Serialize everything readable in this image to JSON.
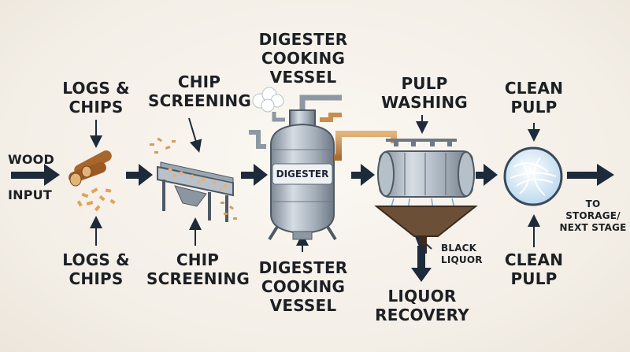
{
  "input_label": {
    "top": "WOOD",
    "bottom": "INPUT"
  },
  "logs_label": "LOGS &\nCHIPS",
  "chip_screening_label": "CHIP\nSCREENING",
  "digester_label": "DIGESTER\nCOOKING\nVESSEL",
  "digester_tank_text": "DIGESTER",
  "pulp_washing_label": "PULP\nWASHING",
  "black_liquor_label": "BLACK\nLIQUOR",
  "liquor_recovery_label": "LIQUOR\nRECOVERY",
  "clean_pulp_label": "CLEAN\nPULP",
  "output_label": "TO STORAGE/\nNEXT STAGE",
  "colors": {
    "arrow": "#1d2a3a",
    "wood": "#a8662c",
    "steel": "#9aa6b2",
    "pipe": "#c98d4f",
    "liquor": "#4a3a2c",
    "pulp_fiber": "#dfeef8"
  },
  "icons": [
    "logs-chips-icon",
    "chip-screen-icon",
    "digester-tank-icon",
    "washer-drum-icon",
    "clean-pulp-ball-icon"
  ]
}
